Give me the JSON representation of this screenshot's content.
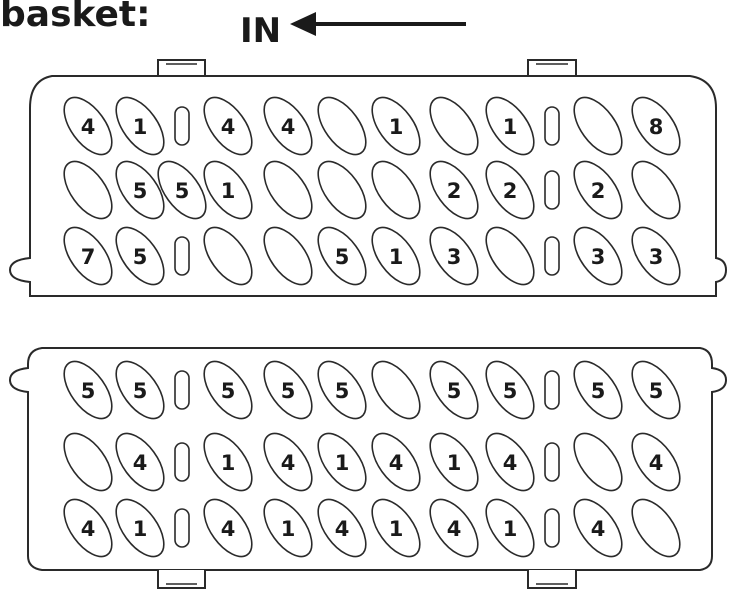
{
  "header": {
    "title": "basket:",
    "direction_label": "IN"
  },
  "upper_basket": {
    "rows": [
      [
        "4",
        "1",
        "|",
        "4",
        "4",
        "",
        "1",
        "",
        "1",
        "|",
        "",
        "8"
      ],
      [
        "",
        "5",
        "5",
        "1",
        "",
        "",
        "",
        "2",
        "2",
        "|",
        "2",
        ""
      ],
      [
        "7",
        "5",
        "|",
        "",
        "",
        "5",
        "1",
        "3",
        "",
        "|",
        "3",
        "3"
      ]
    ]
  },
  "lower_basket": {
    "rows": [
      [
        "5",
        "5",
        "|",
        "5",
        "5",
        "5",
        "",
        "5",
        "5",
        "|",
        "5",
        "5"
      ],
      [
        "",
        "4",
        "|",
        "1",
        "4",
        "1",
        "4",
        "1",
        "4",
        "|",
        "",
        "4"
      ],
      [
        "4",
        "1",
        "|",
        "4",
        "1",
        "4",
        "1",
        "4",
        "1",
        "|",
        "4",
        ""
      ]
    ]
  }
}
